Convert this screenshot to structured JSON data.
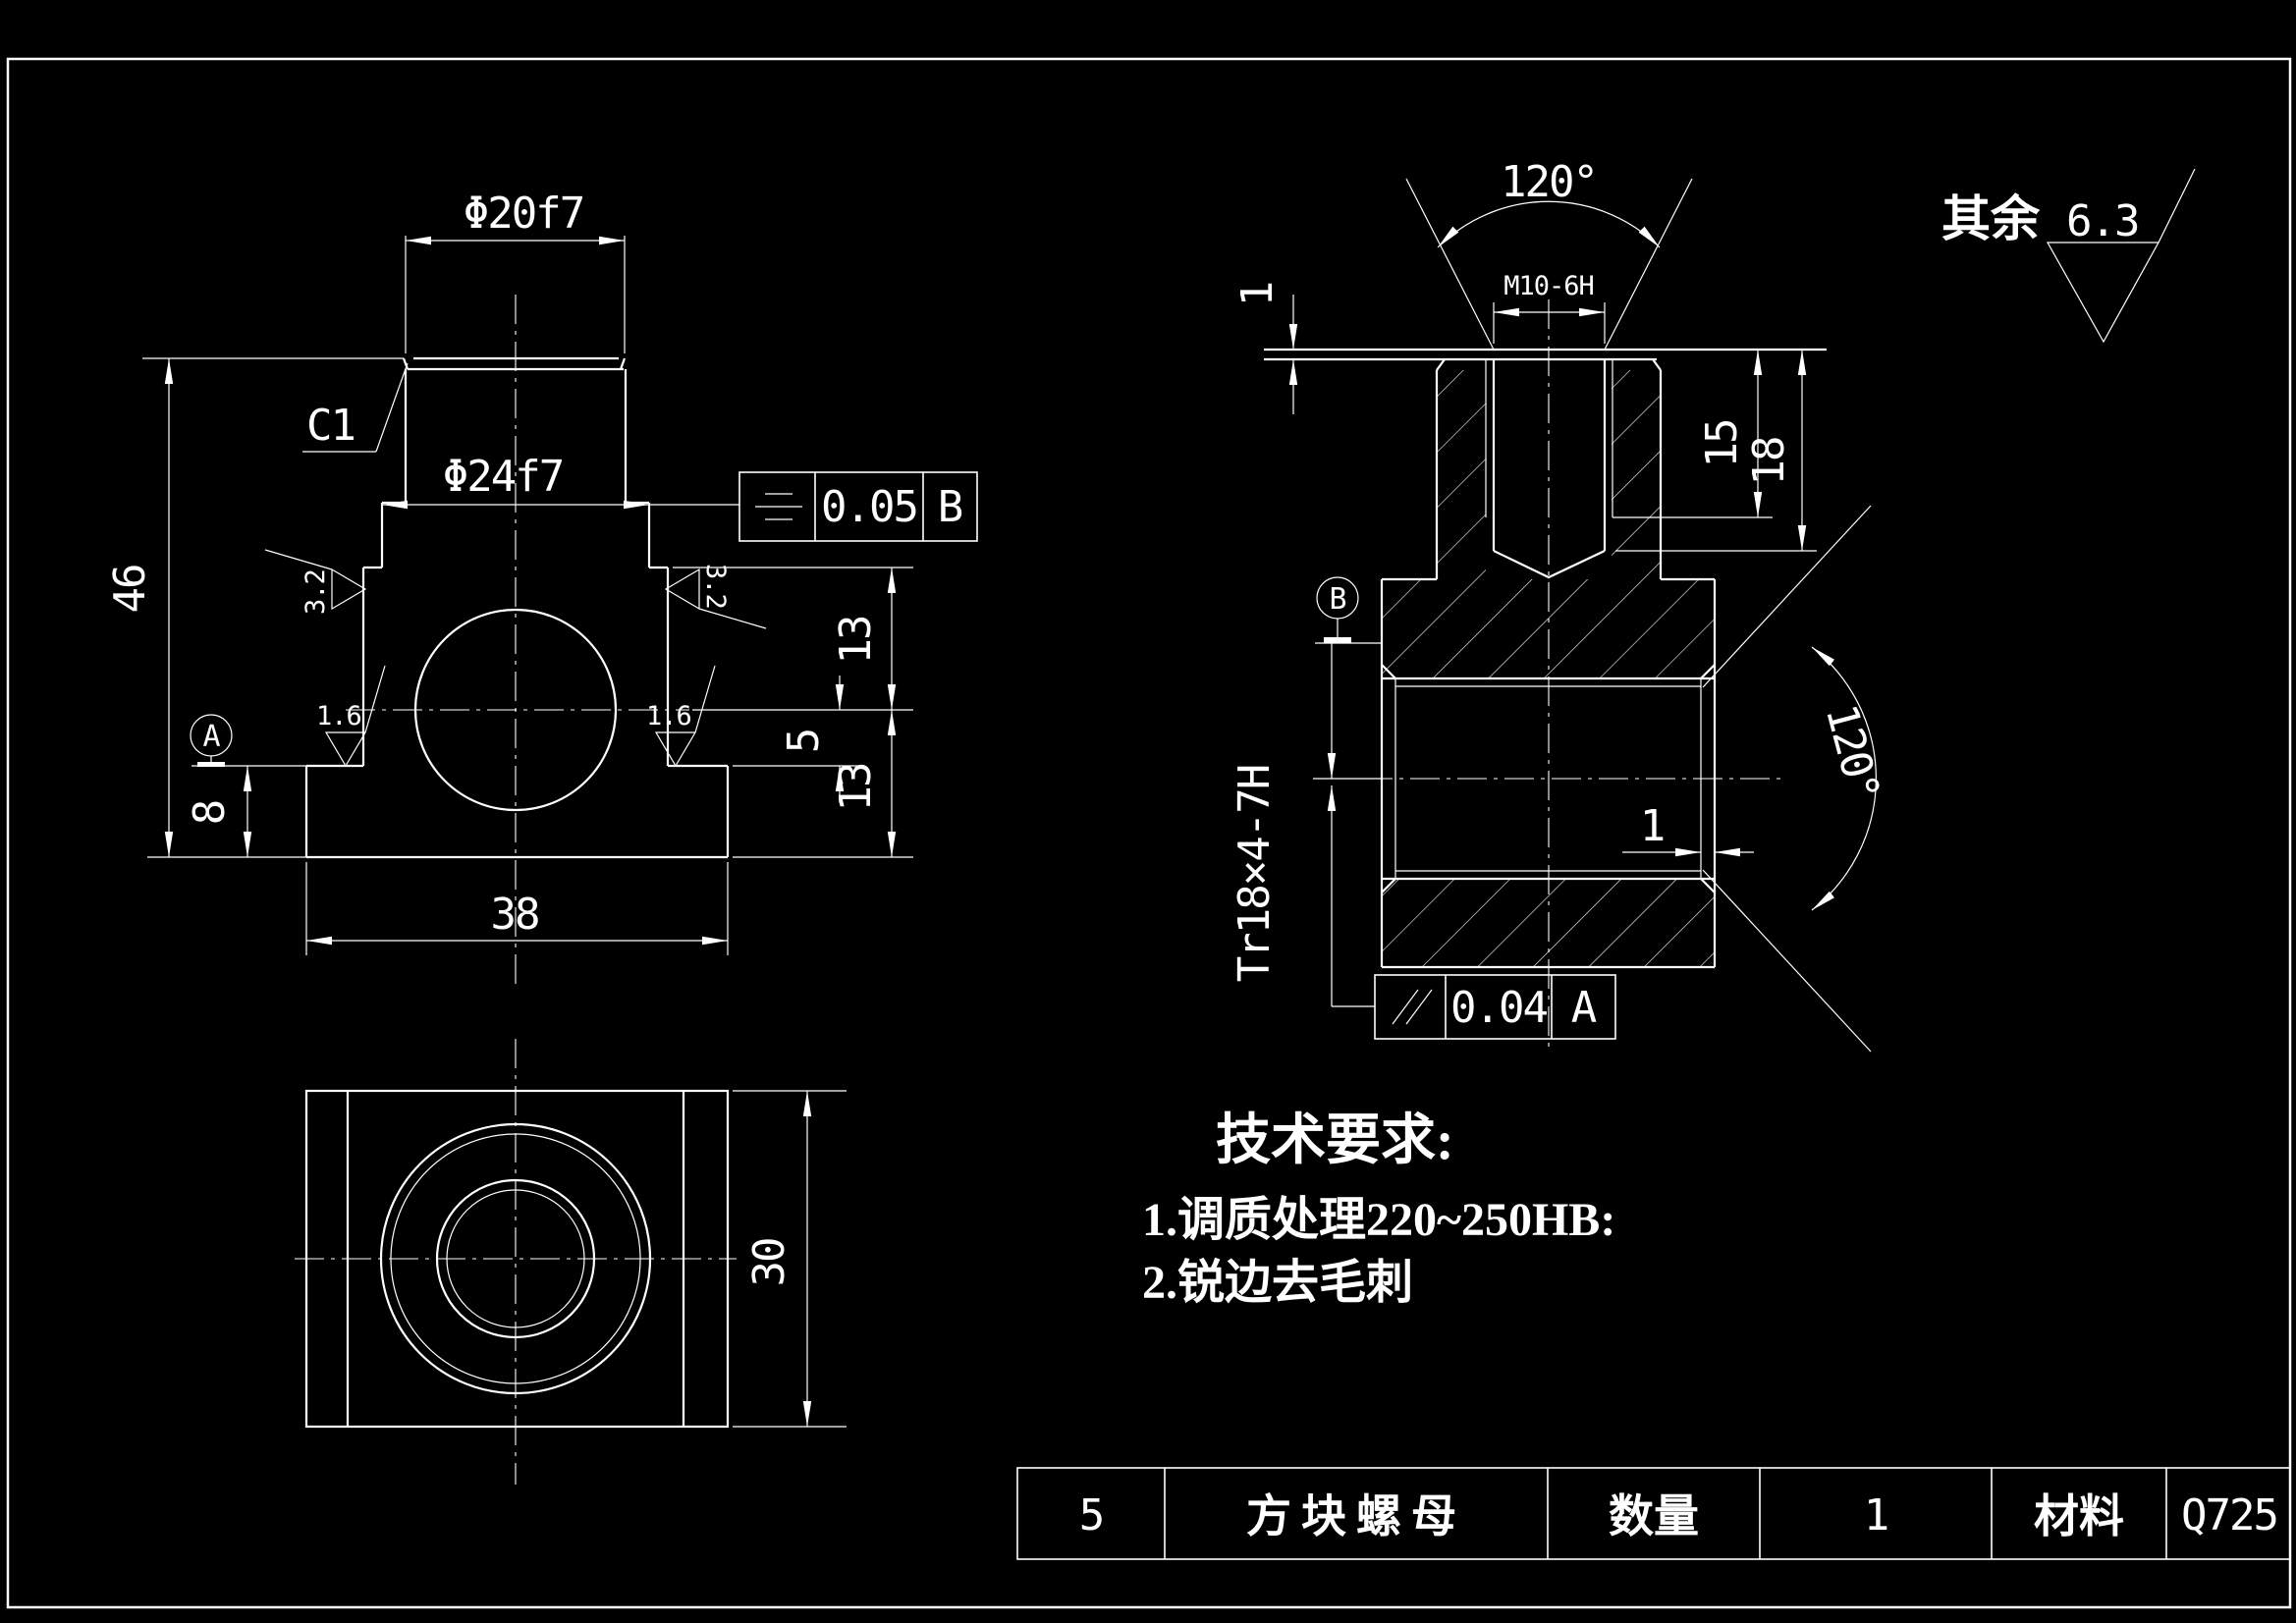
{
  "front_view": {
    "dia_top": "Φ20f7",
    "dia_mid": "Φ24f7",
    "chamfer": "C1",
    "height_total": "46",
    "base_height": "8",
    "base_width": "38",
    "dim13_upper": "13",
    "dim13_lower": "13",
    "dim5": "5",
    "datum_a": "A",
    "rough_32_left": "3.2",
    "rough_32_right": "3.2",
    "rough_16_left": "1.6",
    "rough_16_right": "1.6",
    "tol_frame": {
      "symbol": "symmetry",
      "value": "0.05",
      "datum": "B"
    }
  },
  "bottom_view": {
    "depth": "30"
  },
  "section_view": {
    "angle_top": "120°",
    "thread_top": "M10-6H",
    "thread_depth": "15",
    "hole_depth": "18",
    "dim1_top": "1",
    "dim1_chamfer": "1",
    "datum_b": "B",
    "thread_main": "Tr18×4-7H",
    "angle_right": "120°",
    "tol_frame": {
      "symbol": "//",
      "value": "0.04",
      "datum": "A"
    }
  },
  "corner_note": {
    "label": "其余",
    "roughness": "6.3"
  },
  "tech_requirements": {
    "title": "技术要求:",
    "line1": "1.调质处理220~250HB:",
    "line2": "2.锐边去毛刺"
  },
  "title_block": {
    "part_no": "5",
    "part_name": "方块螺母",
    "qty_label": "数量",
    "qty_value": "1",
    "material_label": "材料",
    "material_value": "Q725"
  },
  "colors": {
    "background": "#000000",
    "line": "#ffffff"
  }
}
